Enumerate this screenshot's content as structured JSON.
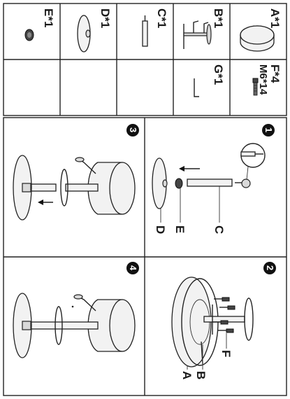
{
  "parts": {
    "a": {
      "label": "A*1"
    },
    "b": {
      "label": "B*1"
    },
    "c": {
      "label": "C*1"
    },
    "d": {
      "label": "D*1"
    },
    "e": {
      "label": "E*1"
    },
    "f": {
      "label": "F*4",
      "spec": "M6*14"
    },
    "g": {
      "label": "G*1"
    }
  },
  "steps": [
    {
      "number": "1",
      "callouts": [
        "C",
        "E",
        "D"
      ]
    },
    {
      "number": "2",
      "callouts": [
        "F",
        "B",
        "A"
      ]
    },
    {
      "number": "3"
    },
    {
      "number": "4"
    }
  ]
}
